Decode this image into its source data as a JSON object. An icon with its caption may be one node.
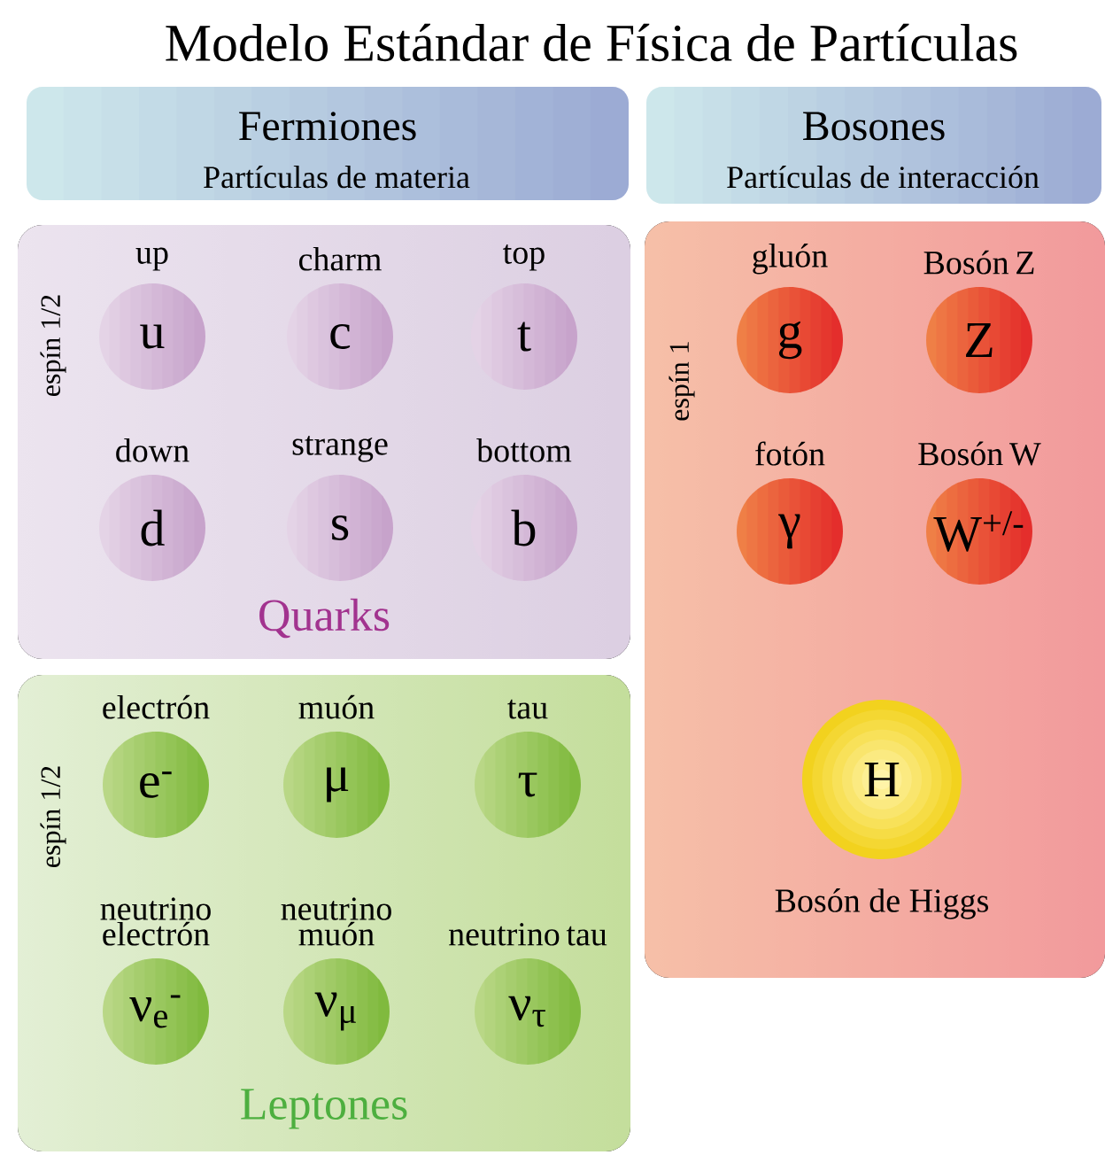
{
  "diagram": {
    "title": "Modelo Estándar de Física de Partículas",
    "nodes": [
      {
        "text": [
          "Fermiones",
          "Partículas de materia"
        ]
      },
      {
        "text": [
          "Bosones",
          "Partículas de interacción"
        ]
      },
      {
        "text": [
          "Quarks",
          "espín 1/2"
        ]
      },
      {
        "text": [
          "up",
          "u"
        ],
        "in": 2
      },
      {
        "text": [
          "charm",
          "c"
        ],
        "in": 2
      },
      {
        "text": [
          "top",
          "t"
        ],
        "in": 2
      },
      {
        "text": [
          "down",
          "d"
        ],
        "in": 2
      },
      {
        "text": [
          "strange",
          "s"
        ],
        "in": 2
      },
      {
        "text": [
          "bottom",
          "b"
        ],
        "in": 2
      },
      {
        "text": [
          "Leptones",
          "espín 1/2"
        ]
      },
      {
        "text": [
          "electrón",
          "e$^{-}$"
        ],
        "in": 9
      },
      {
        "text": [
          "muón",
          "μ"
        ],
        "in": 9
      },
      {
        "text": [
          "tau",
          "τ"
        ],
        "in": 9
      },
      {
        "text": [
          "neutrino electrón",
          "ν$_{e}$$^{-}$"
        ],
        "in": 9
      },
      {
        "text": [
          "neutrino muón",
          "ν$_{μ}$"
        ],
        "in": 9
      },
      {
        "text": [
          "neutrino tau",
          "ν$_{τ}$"
        ],
        "in": 9
      },
      {
        "text": [
          "espín 1"
        ]
      },
      {
        "text": [
          "gluón",
          "g"
        ],
        "in": 16
      },
      {
        "text": [
          "Bosón Z",
          "Z"
        ],
        "in": 16
      },
      {
        "text": [
          "fotón",
          "γ"
        ],
        "in": 16
      },
      {
        "text": [
          "Bosón W",
          "W$^{+/-}$"
        ],
        "in": 16
      },
      {
        "text": [
          "H",
          "Bosón de Higgs"
        ],
        "in": 16
      }
    ]
  }
}
